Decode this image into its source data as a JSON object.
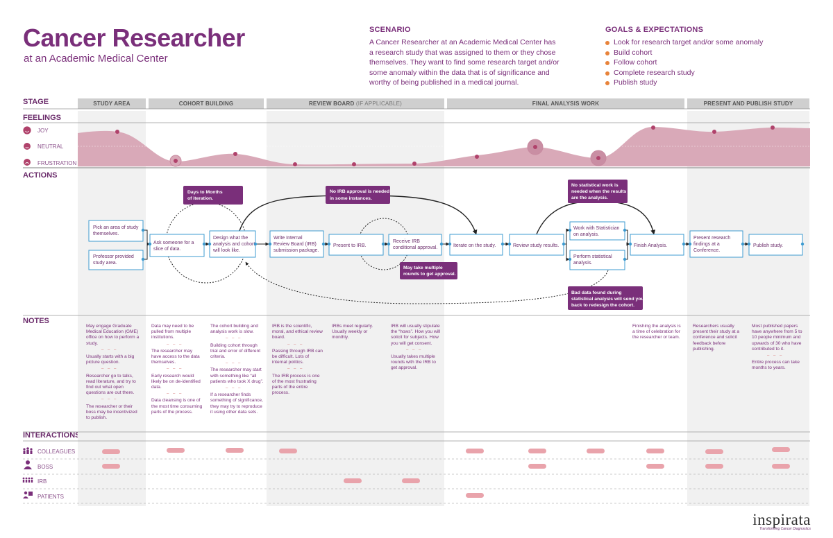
{
  "title": "Cancer Researcher",
  "subtitle": "at an Academic Medical Center",
  "scenario": {
    "heading": "SCENARIO",
    "text": "A Cancer Researcher at an Academic Medical Center has a research study that was assigned to them or they chose themselves. They want to find some research target and/or some anomaly within the data that is of significance and worthy of being published in a medical journal."
  },
  "goals": {
    "heading": "GOALS & EXPECTATIONS",
    "items": [
      "Look for research target and/or some anomaly",
      "Build cohort",
      "Follow cohort",
      "Complete research study",
      "Publish study"
    ],
    "bullet_color": "#e8833a"
  },
  "sections": {
    "stage": "STAGE",
    "feelings": "FEELINGS",
    "actions": "ACTIONS",
    "notes": "NOTES",
    "interactions": "INTERACTIONS"
  },
  "stages": [
    {
      "label": "STUDY AREA",
      "sub": ""
    },
    {
      "label": "COHORT BUILDING",
      "sub": ""
    },
    {
      "label": "REVIEW BOARD",
      "sub": "(IF APPLICABLE)"
    },
    {
      "label": "FINAL ANALYSIS WORK",
      "sub": ""
    },
    {
      "label": "PRESENT AND PUBLISH STUDY",
      "sub": ""
    }
  ],
  "feelings": {
    "levels": [
      "JOY",
      "NEUTRAL",
      "FRUSTRATION"
    ],
    "curve_color": "#d9a9b8",
    "point_color": "#b0426b"
  },
  "actions": [
    {
      "id": "a1",
      "lines": [
        "Pick an area of study",
        "themselves."
      ]
    },
    {
      "id": "a2",
      "lines": [
        "Professor provided",
        "study area."
      ]
    },
    {
      "id": "a3",
      "lines": [
        "Ask someone for a",
        "slice of data."
      ]
    },
    {
      "id": "a4",
      "lines": [
        "Design what the",
        "analysis and cohort",
        "will look like."
      ]
    },
    {
      "id": "a5",
      "lines": [
        "Write Internal",
        "Review Board (IRB)",
        "submission package."
      ]
    },
    {
      "id": "a6",
      "lines": [
        "Present to IRB."
      ]
    },
    {
      "id": "a7",
      "lines": [
        "Receive IRB",
        "conditional approval."
      ]
    },
    {
      "id": "a8",
      "lines": [
        "Iterate on the study."
      ]
    },
    {
      "id": "a9",
      "lines": [
        "Review study results."
      ]
    },
    {
      "id": "a10",
      "lines": [
        "Work with Statistician",
        "on analysis."
      ]
    },
    {
      "id": "a11",
      "lines": [
        "Perform statistical",
        "analysis."
      ]
    },
    {
      "id": "a12",
      "lines": [
        "Finish Analysis."
      ]
    },
    {
      "id": "a13",
      "lines": [
        "Present research",
        "findings at a",
        "Conference."
      ]
    },
    {
      "id": "a14",
      "lines": [
        "Publish study."
      ]
    }
  ],
  "callouts": [
    {
      "lines": [
        "Days to Months",
        "of iteration."
      ]
    },
    {
      "lines": [
        "No IRB approval is needed",
        "in some instances."
      ]
    },
    {
      "lines": [
        "No statistical work is",
        "needed when the results",
        "are the analysis."
      ]
    },
    {
      "lines": [
        "May take multiple",
        "rounds to get approval."
      ]
    },
    {
      "lines": [
        "Bad data found during",
        "statistical analysis will send you",
        "back to redesign the cohort."
      ]
    }
  ],
  "notes": [
    [
      "May engage Graduate Medical Education (GME) office on how to perform a study.",
      "Usually starts with a big picture question.",
      "Researcher go to talks, read literature, and try to find out what open questions are out there.",
      "The researcher or their boss may be incentivized to publish."
    ],
    [
      "Data may need to be pulled from multiple institutions.",
      "The researcher may have access to the data themselves.",
      "Early research would likely be on de-identified data.",
      "Data cleansing is one of the most time consuming parts of the process."
    ],
    [
      "The cohort building and analysis work is slow.",
      "Building cohort through trial and error of different criteria.",
      "The researcher may start with something like “all patients who took X drug”.",
      "If a researcher finds something of significance, they may try to reproduce it using other data sets."
    ],
    [
      "IRB is the scientific, moral, and ethical review board.",
      "Passing through IRB can be difficult. Lots of internal politics.",
      "The IRB process is one of the most frustrating parts of the entire process."
    ],
    [
      "IRBs meet regularly. Usually weekly or monthly."
    ],
    [
      "IRB will usually stipulate the “hows”. How you will solicit for subjects. How you will get consent.",
      "Usually takes multiple rounds with the IRB to get approval."
    ],
    [
      "Finishing the analysis is a time of celebration for the researcher or team."
    ],
    [
      "Researchers usually present their study at a conference and solicit feedback before publishing."
    ],
    [
      "Most published papers have anywhere from 5 to 10 people minimum and upwards of 30 who have contributed to it.",
      "Entire process can take months to years."
    ]
  ],
  "note_separator": "– – –",
  "interactions": {
    "rows": [
      "COLLEAGUES",
      "BOSS",
      "IRB",
      "PATIENTS"
    ],
    "bar_color": "#e9a3ab"
  },
  "brand": {
    "name": "inspirata",
    "tagline": "Transforming Cancer Diagnostics"
  }
}
